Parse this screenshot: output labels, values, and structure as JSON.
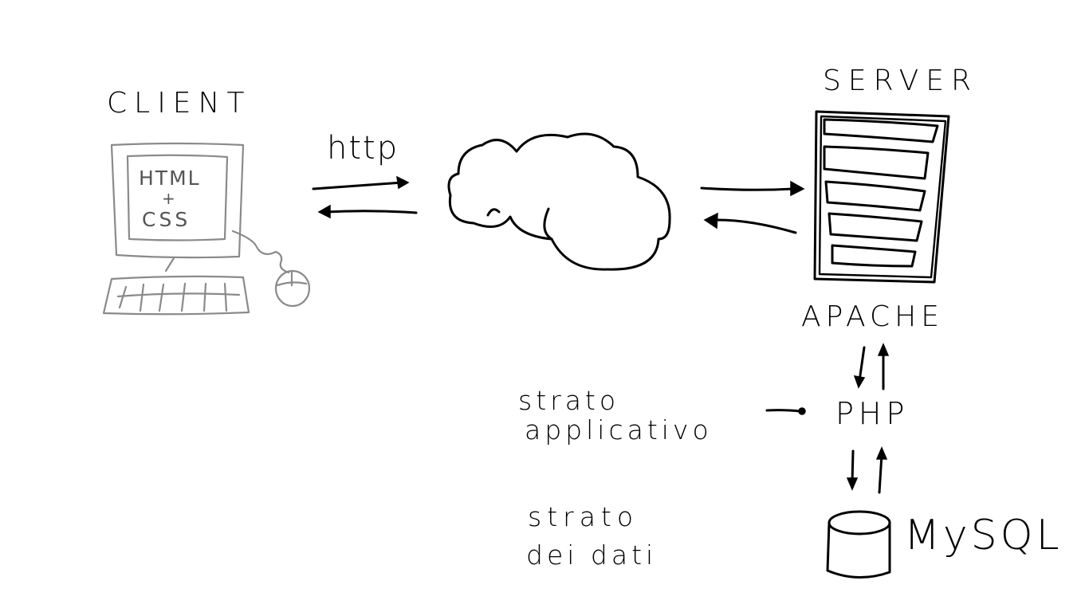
{
  "client": {
    "title": "CLIENT",
    "screen_line1": "HTML",
    "screen_line2": "+",
    "screen_line3": "CSS"
  },
  "protocol": {
    "label": "http"
  },
  "server": {
    "title": "SERVER",
    "web_server": "APACHE",
    "language": "PHP",
    "database": "MySQL"
  },
  "layers": {
    "application_line1": "strato",
    "application_line2": "applicativo",
    "data_line1": "strato",
    "data_line2": "dei dati"
  },
  "colors": {
    "ink": "#000000",
    "client_ink": "#8a8a8a",
    "background": "#ffffff"
  }
}
